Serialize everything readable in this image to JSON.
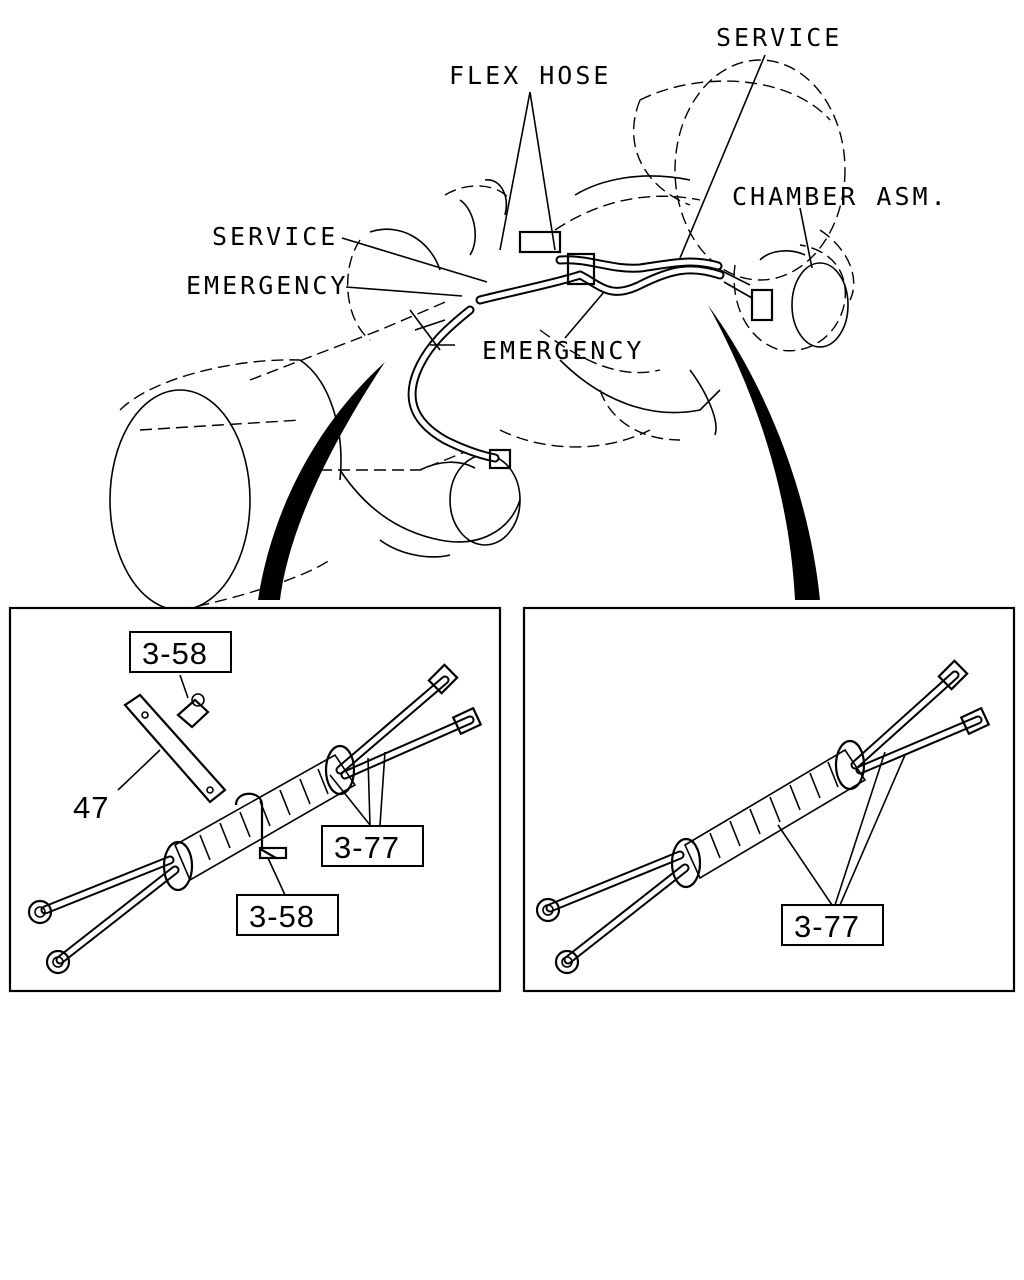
{
  "labels": {
    "flex_hose": "FLEX HOSE",
    "service_top": "SERVICE",
    "chamber_asm": "CHAMBER ASM.",
    "service_left": "SERVICE",
    "emergency_left": "EMERGENCY",
    "emergency_center": "EMERGENCY"
  },
  "left_panel": {
    "ref_bolt": "3-58",
    "ref_bracket": "47",
    "ref_hose": "3-77",
    "ref_clip": "3-58"
  },
  "right_panel": {
    "ref_hose": "3-77"
  }
}
